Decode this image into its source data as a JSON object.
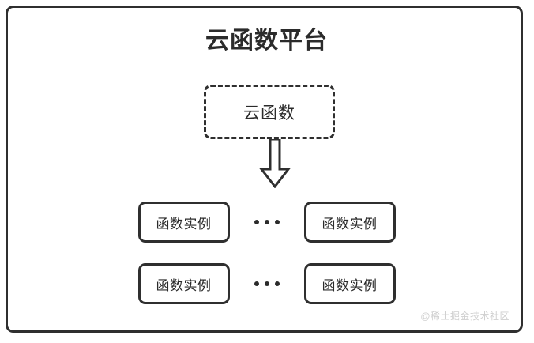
{
  "diagram": {
    "title": "云函数平台",
    "cloud_function": {
      "label": "云函数",
      "border_style": "dashed"
    },
    "arrow": {
      "name": "down-block-arrow",
      "direction": "down"
    },
    "instance_rows": [
      {
        "left": {
          "label": "函数实例"
        },
        "ellipsis": "···",
        "right": {
          "label": "函数实例"
        }
      },
      {
        "left": {
          "label": "函数实例"
        },
        "ellipsis": "···",
        "right": {
          "label": "函数实例"
        }
      }
    ],
    "watermark": "@稀土掘金技术社区",
    "colors": {
      "stroke": "#2f2f2f",
      "text": "#2b2b2b",
      "background": "#ffffff",
      "watermark": "#cfcfcf"
    }
  }
}
